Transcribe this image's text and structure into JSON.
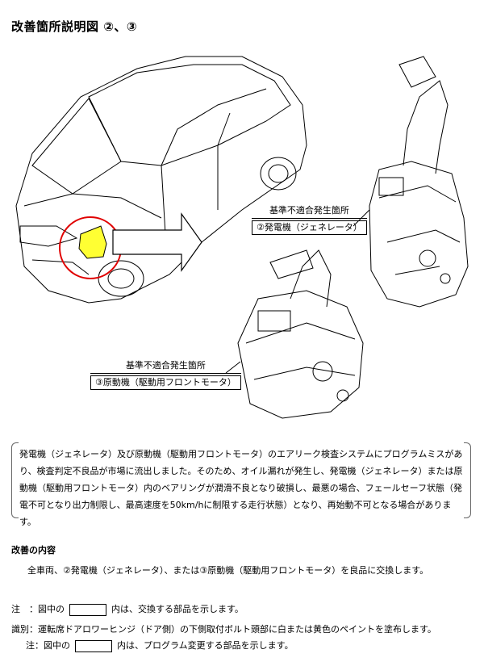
{
  "title": "改善箇所説明図 ②、③",
  "callouts": {
    "generator": {
      "heading": "基準不適合発生箇所",
      "label": "②発電機（ジェネレータ）"
    },
    "motor": {
      "heading": "基準不適合発生箇所",
      "label": "③原動機（駆動用フロントモータ）"
    }
  },
  "description": "発電機（ジェネレータ）及び原動機（駆動用フロントモータ）のエアリーク検査システムにプログラムミスがあり、検査判定不良品が市場に流出しました。そのため、オイル漏れが発生し、発電機（ジェネレータ）または原動機（駆動用フロントモータ）内のベアリングが潤滑不良となり破損し、最悪の場合、フェールセーフ状態（発電不可となり出力制限し、最高速度を50km/hに制限する走行状態）となり、再始動不可となる場合があります。",
  "improvement": {
    "heading": "改善の内容",
    "body": "全車両、②発電機（ジェネレータ）、または③原動機（駆動用フロントモータ）を良品に交換します。"
  },
  "notes": [
    {
      "prefix": "注　：図中の",
      "suffix": "内は、交換する部品を示します。"
    },
    {
      "prefix": "識別：運転席ドアロワーヒンジ（ドア側）の下側取付ボルト頭部に白または黄色のペイントを塗布します。",
      "suffix": ""
    },
    {
      "prefix": "注：図中の",
      "suffix": "内は、プログラム変更する部品を示します。"
    }
  ],
  "colors": {
    "highlight_fill": "#ffff33",
    "circle": "#e00000",
    "line": "#000000"
  }
}
